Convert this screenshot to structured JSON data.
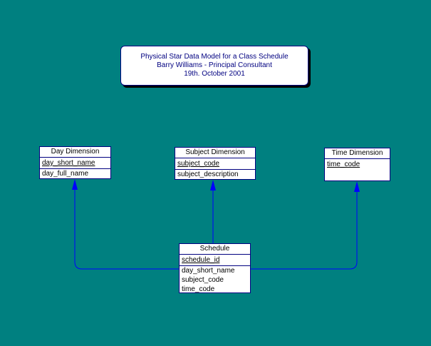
{
  "header": {
    "title": "Physical Star Data Model for a Class Schedule",
    "author": "Barry Williams - Principal Consultant",
    "date": "19th. October 2001"
  },
  "entities": {
    "day": {
      "name": "Day Dimension",
      "keys": [
        "day_short_name"
      ],
      "attributes": [
        "day_full_name"
      ]
    },
    "subject": {
      "name": "Subject Dimension",
      "keys": [
        "subject_code"
      ],
      "attributes": [
        "subject_description"
      ]
    },
    "time": {
      "name": "Time Dimension",
      "keys": [
        "time_code"
      ],
      "attributes": []
    },
    "schedule": {
      "name": "Schedule",
      "keys": [
        "schedule_id"
      ],
      "attributes": [
        "day_short_name",
        "subject_code",
        "time_code"
      ]
    }
  },
  "relationships": [
    {
      "from": "Schedule",
      "to": "Day Dimension"
    },
    {
      "from": "Schedule",
      "to": "Subject Dimension"
    },
    {
      "from": "Schedule",
      "to": "Time Dimension"
    }
  ],
  "colors": {
    "background": "#008080",
    "line": "#0000ff",
    "border": "#000080"
  }
}
